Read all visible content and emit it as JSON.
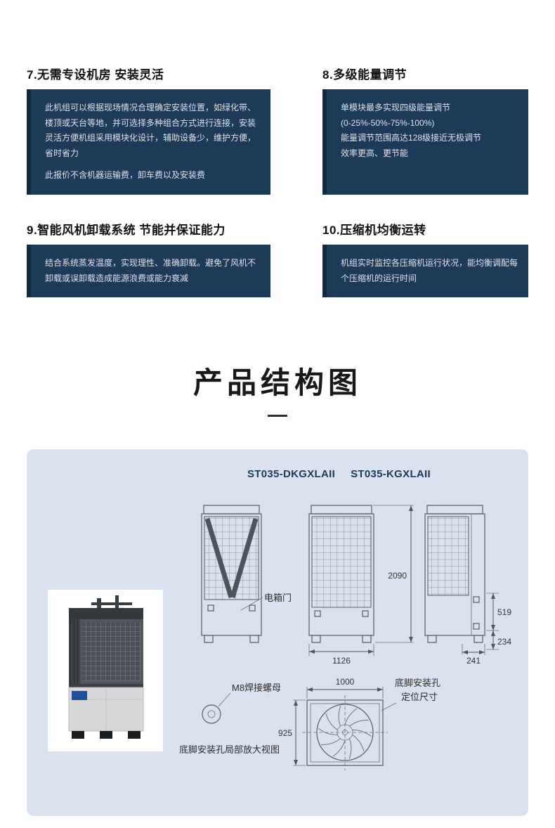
{
  "features": [
    {
      "title": "7.无需专设机房  安装灵活",
      "p1": "此机组可以根据现场情况合理确定安装位置，如绿化带、楼顶或天台等地，并可选择多种组合方式进行连接，安装灵活方便机组采用模块化设计，辅助设备少，维护方便，省时省力",
      "p2": "此报价不含机器运输费，卸车费以及安装费"
    },
    {
      "title": "8.多级能量调节",
      "p1": "单模块最多实现四级能量调节\n(0-25%-50%-75%-100%)\n能量调节范围高达128级接近无极调节\n效率更高、更节能"
    },
    {
      "title": "9.智能风机卸载系统  节能并保证能力",
      "p1": "结合系统蒸发温度，实现理性、准确卸载。避免了风机不卸载或误卸载造成能源浪费或能力衰减"
    },
    {
      "title": "10.压缩机均衡运转",
      "p1": "机组实时监控各压缩机运行状况，能均衡调配每个压缩机的运行时间"
    }
  ],
  "structure": {
    "title": "产品结构图",
    "models": {
      "left": "ST035-DKGXLAII",
      "right": "ST035-KGXLAII"
    },
    "labels": {
      "electric_box_door": "电箱门",
      "m8_weld_nut": "M8焊接螺母",
      "foot_detail_caption": "底脚安装孔局部放大视图",
      "foot_hole_line1": "底脚安装孔",
      "foot_hole_line2": "定位尺寸"
    },
    "dimensions": {
      "height": "2090",
      "width": "1126",
      "upper": "519",
      "lower": "234",
      "depth": "241",
      "fan_w": "1000",
      "fan_h": "925"
    }
  },
  "colors": {
    "feature_box": "#1e3a59",
    "feature_box_accent": "#13293f",
    "panel_bg": "#dbe2ef",
    "model_text": "#1c3a5a"
  }
}
